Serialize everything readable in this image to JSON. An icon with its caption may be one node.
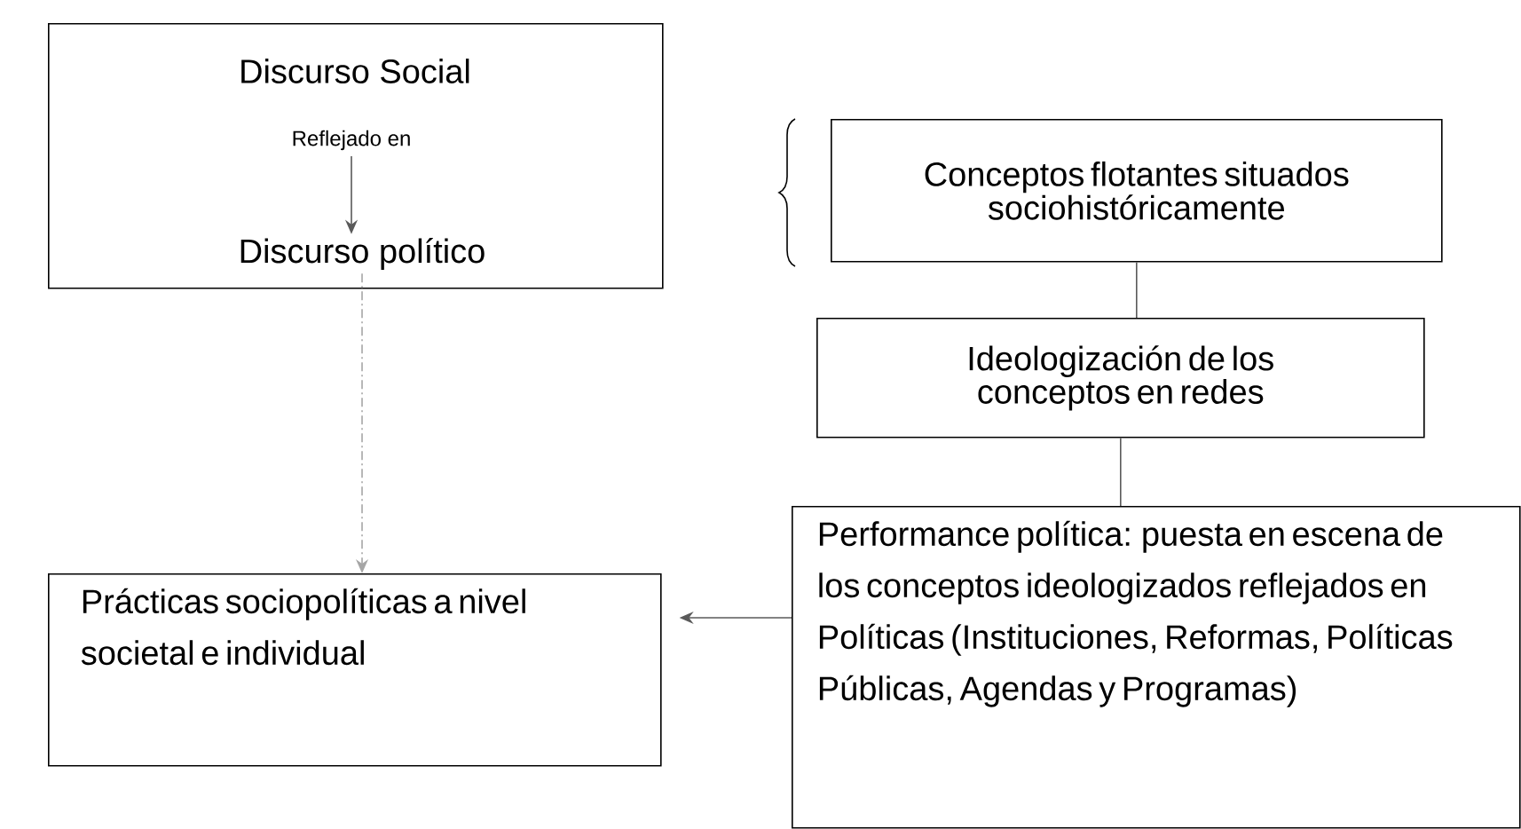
{
  "diagram": {
    "nodes": [
      {
        "text": [],
        "shape": "box"
      },
      {
        "text": [
          "Discurso Social"
        ],
        "in": 0
      },
      {
        "text": [
          "Discurso político"
        ],
        "in": 0
      },
      {
        "text": [
          "Conceptos flotantes situados sociohistóricamente"
        ]
      },
      {
        "text": [
          "Ideologización de los conceptos en redes"
        ]
      },
      {
        "text": [
          "Performance política: puesta en escena de los conceptos ideologizados reflejados en Políticas (Instituciones, Reformas, Políticas Públicas, Agendas y Programas)"
        ]
      },
      {
        "text": [
          "Prácticas sociopolíticas a nivel societal e individual"
        ]
      }
    ],
    "edges": [
      {
        "from": 1,
        "to": 2,
        "arrow": "to",
        "label": "Reflejado en"
      },
      {
        "from": 2,
        "to": 6,
        "arrow": "to",
        "style": "dashed",
        "color": "#a6a6a6"
      },
      {
        "from": 3,
        "to": 4,
        "arrow": "none"
      },
      {
        "from": 4,
        "to": 5,
        "arrow": "none"
      },
      {
        "from": 5,
        "to": 6,
        "arrow": "to"
      }
    ]
  }
}
